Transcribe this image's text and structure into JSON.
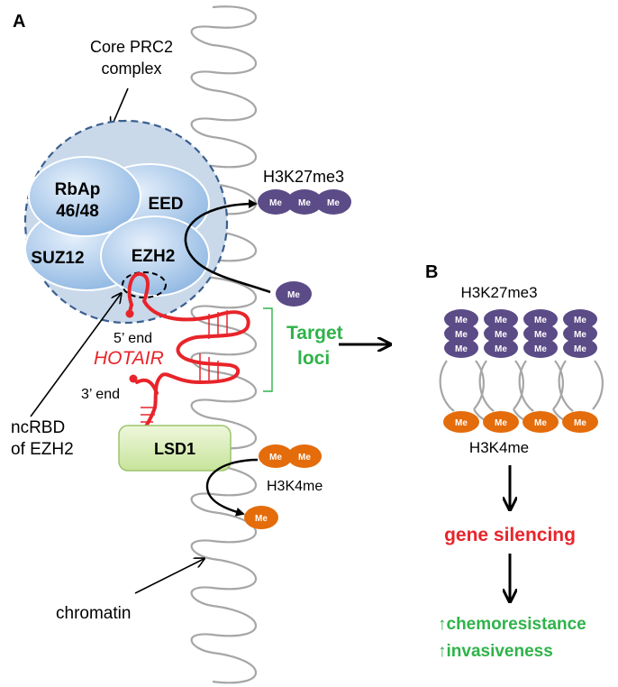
{
  "panel_a": {
    "label": "A",
    "core_label_line1": "Core PRC2",
    "core_label_line2": "complex",
    "rbap_line1": "RbAp",
    "rbap_line2": "46/48",
    "eed": "EED",
    "suz12": "SUZ12",
    "ezh2": "EZH2",
    "h3k27me3": "H3K27me3",
    "me": "Me",
    "five_end": "5’ end",
    "hotair": "HOTAIR",
    "three_end": "3’ end",
    "target_line1": "Target",
    "target_line2": "loci",
    "ncrbd_line1": "ncRBD",
    "ncrbd_line2": "of EZH2",
    "lsd1": "LSD1",
    "h3k4me": "H3K4me",
    "chromatin": "chromatin"
  },
  "panel_b": {
    "label": "B",
    "h3k27me3": "H3K27me3",
    "me": "Me",
    "h3k4me": "H3K4me",
    "gene_silencing": "gene silencing",
    "chemoresistance": "↑chemoresistance",
    "invasiveness": "↑invasiveness"
  },
  "colors": {
    "purple": "#5b4b86",
    "orange": "#e46c0a",
    "red": "#e8242a",
    "green": "#2fb34a",
    "helix": "#a6a6a6",
    "prc2_blue": "#9dc3e6",
    "lsd1_green": "#d6ecb0"
  }
}
